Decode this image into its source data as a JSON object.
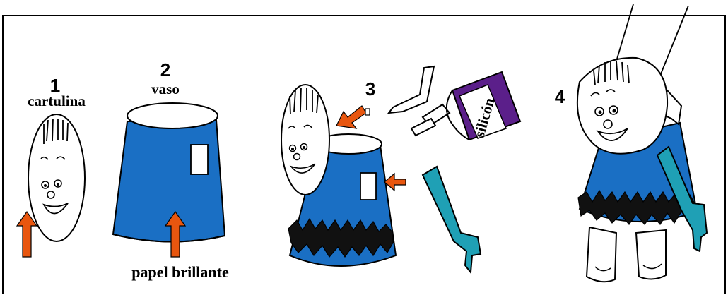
{
  "steps": [
    {
      "number": "1",
      "label": "cartulina"
    },
    {
      "number": "2",
      "label": "vaso"
    },
    {
      "number": "3"
    },
    {
      "number": "4"
    }
  ],
  "materials": {
    "shiny_paper": "papel brillante",
    "glue_label": "silicón"
  },
  "colors": {
    "cup_blue": "#1a6fc4",
    "arm_teal": "#1fa0b5",
    "arrow_orange": "#e8560f",
    "glue_purple": "#5b1f8a",
    "fringe_black": "#111111"
  }
}
